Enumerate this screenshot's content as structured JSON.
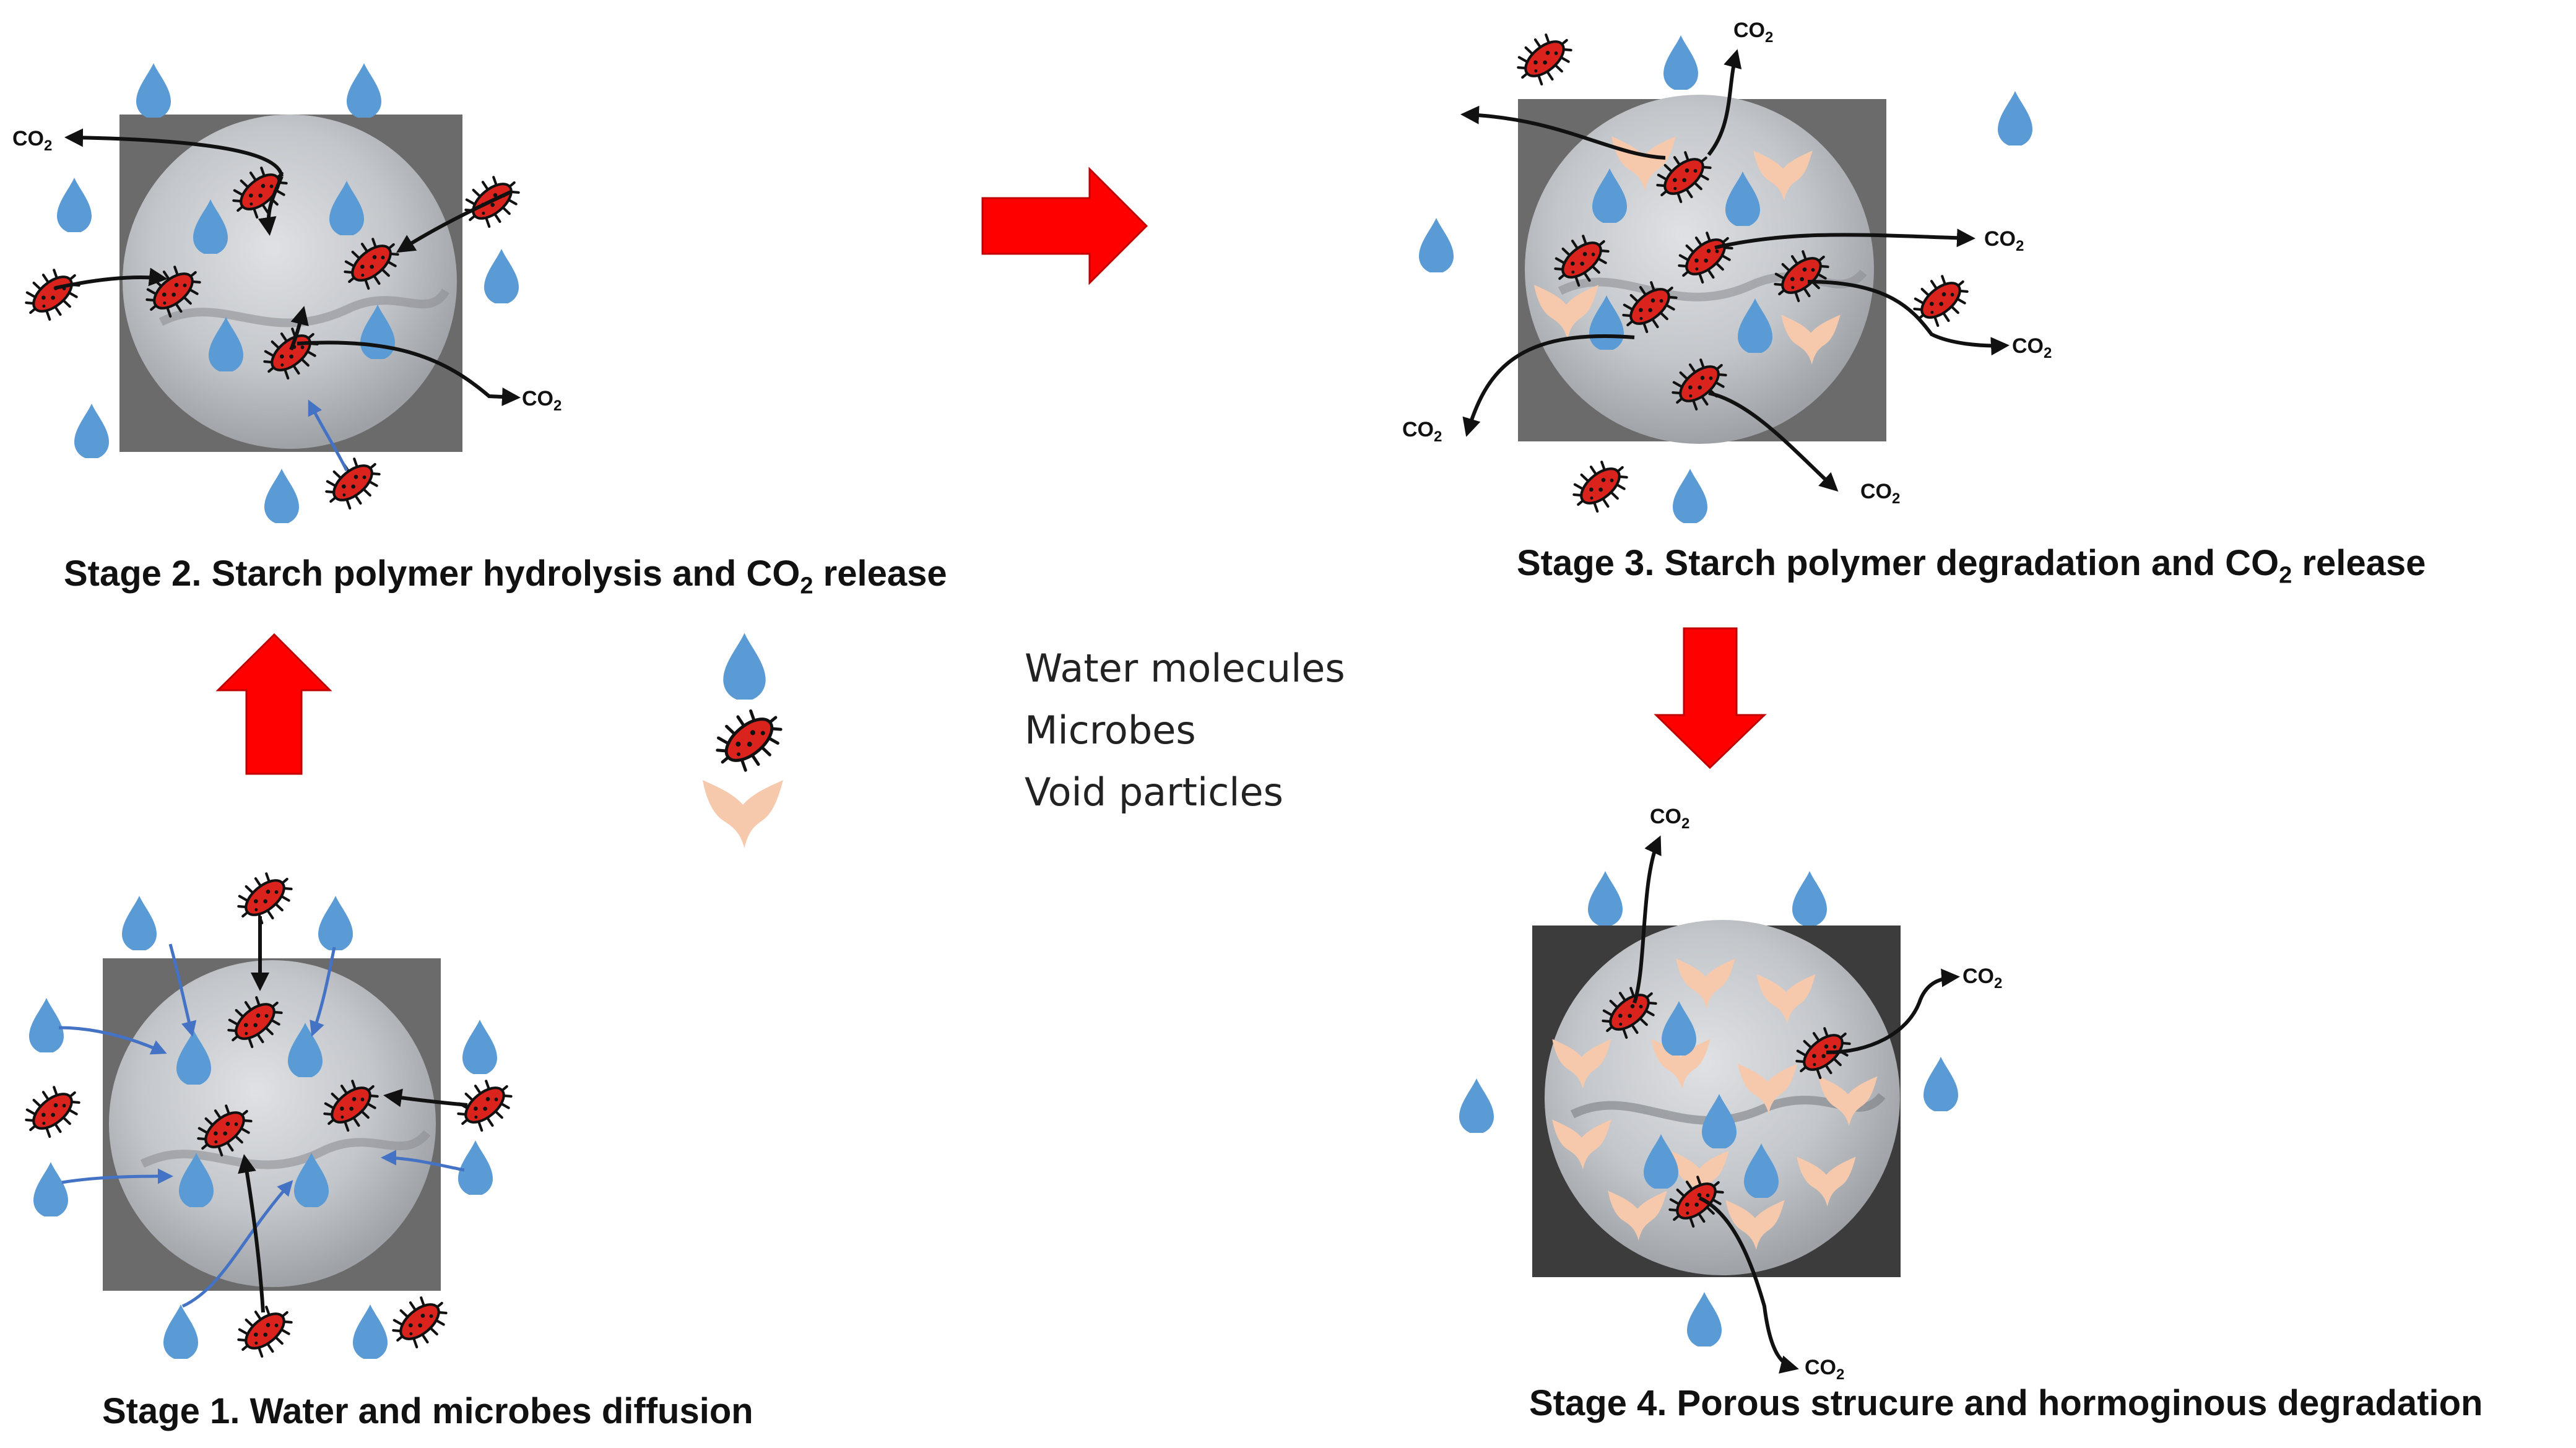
{
  "captions": {
    "stage1": "Stage 1. Water and microbes diffusion",
    "stage2_a": "Stage 2. Starch polymer hydrolysis and CO",
    "stage2_sub": "2",
    "stage2_b": " release",
    "stage3_a": "Stage 3. Starch polymer degradation and CO",
    "stage3_sub": "2",
    "stage3_b": " release",
    "stage4": "Stage 4. Porous strucure and hormoginous degradation"
  },
  "legend": {
    "water": "Water molecules",
    "microbes": "Microbes",
    "void": "Void particles"
  },
  "co2_label": {
    "main": "CO",
    "sub": "2"
  },
  "colors": {
    "water": "#5b9bd5",
    "microbe": "#d9231c",
    "void": "#f6c9ac",
    "arrow": "#ff0000",
    "diffusion_arrow": "#4472c4",
    "film_background": "#6b6b6b",
    "film_disc": "#c9cbce"
  },
  "icons": [
    "water-drop-icon",
    "microbe-icon",
    "void-particle-icon",
    "co2-release-arrow",
    "process-arrow"
  ]
}
